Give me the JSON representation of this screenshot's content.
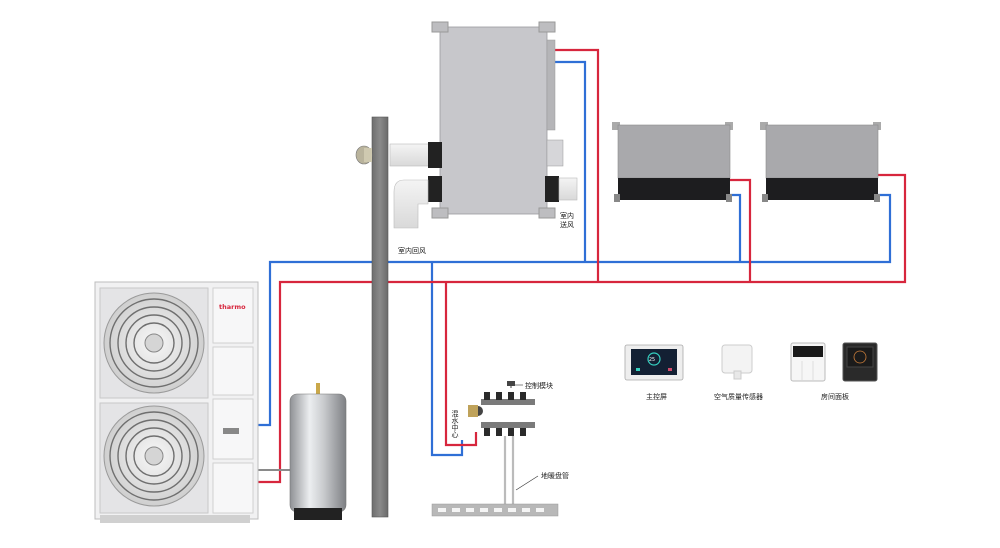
{
  "labels": {
    "indoor_return": "室内回风",
    "indoor_supply_1": "室内",
    "indoor_supply_2": "送风",
    "control_module": "控制模块",
    "mixing_center": "混水中心",
    "floor_heating_pipe": "地暖盘管",
    "main_control_screen": "主控屏",
    "air_quality_sensor": "空气质量传感器",
    "room_panel": "房间面板"
  },
  "brand": {
    "logo_text": "tharmo",
    "color": "#d7263d"
  },
  "screen_display": {
    "temperature": "25"
  },
  "colors": {
    "supply_pipe": "#d7263d",
    "return_pipe": "#2f6fd6",
    "unit_body": "#c7c7cb",
    "wall": "#7d7d7d"
  },
  "icons": {
    "outdoor_unit": "heat-pump-outdoor-unit",
    "water_tank": "buffer-water-tank",
    "fresh_air_unit": "fresh-air-handling-unit",
    "fan_coil": "ducted-fan-coil",
    "manifold": "water-mixing-manifold",
    "radiant_floor": "floor-heating-coil",
    "main_controller": "main-control-screen",
    "air_sensor": "air-quality-sensor",
    "room_panel": "room-control-panel"
  }
}
